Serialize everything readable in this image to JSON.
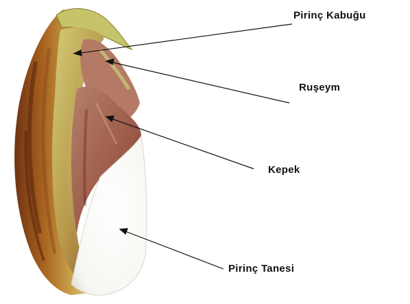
{
  "labels": {
    "husk": "Pirinç Kabuğu",
    "germ": "Ruşeym",
    "bran": "Kepek",
    "kernel": "Pirinç Tanesi"
  },
  "colors": {
    "husk_dark": "#7a3a14",
    "husk_light": "#c9d27a",
    "husk_mid": "#b47a3a",
    "bran": "#a86a58",
    "kernel": "#ffffff",
    "line": "#111111"
  }
}
